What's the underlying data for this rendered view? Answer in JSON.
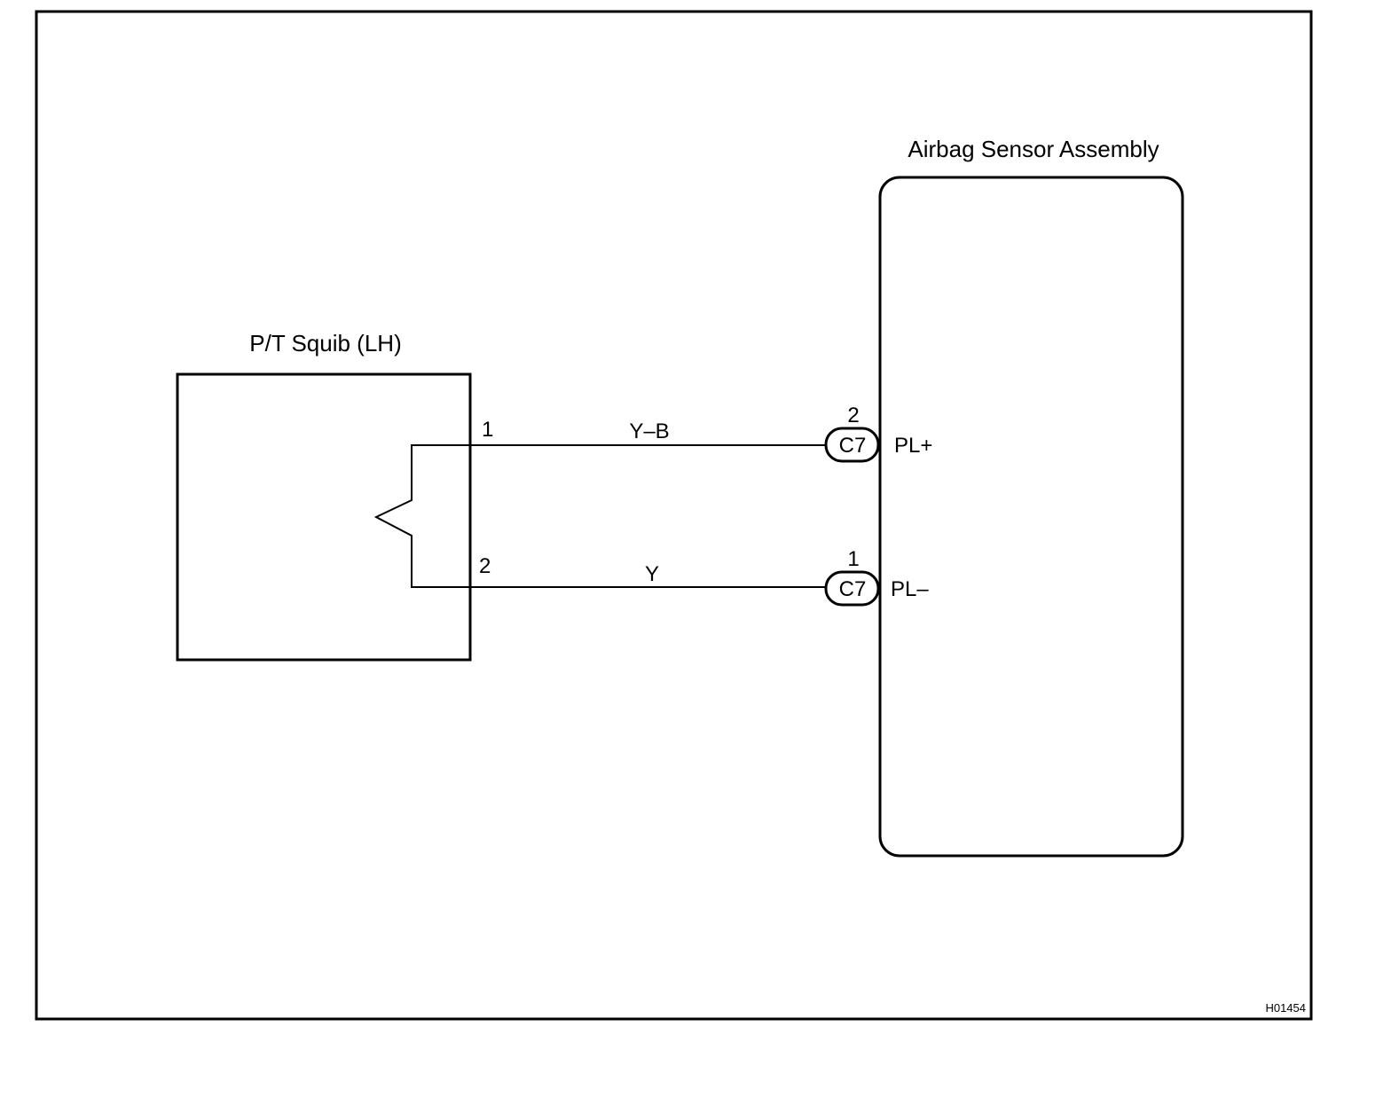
{
  "components": {
    "squib": {
      "title": "P/T Squib (LH)"
    },
    "sensor": {
      "title": "Airbag Sensor Assembly"
    }
  },
  "wires": [
    {
      "from_pin": "1",
      "color_code": "Y–B",
      "to_pin": "2",
      "connector": "C7",
      "terminal": "PL+"
    },
    {
      "from_pin": "2",
      "color_code": "Y",
      "to_pin": "1",
      "connector": "C7",
      "terminal": "PL–"
    }
  ],
  "diagram_code": "H01454",
  "colors": {
    "line": "#000000",
    "background": "#ffffff"
  }
}
